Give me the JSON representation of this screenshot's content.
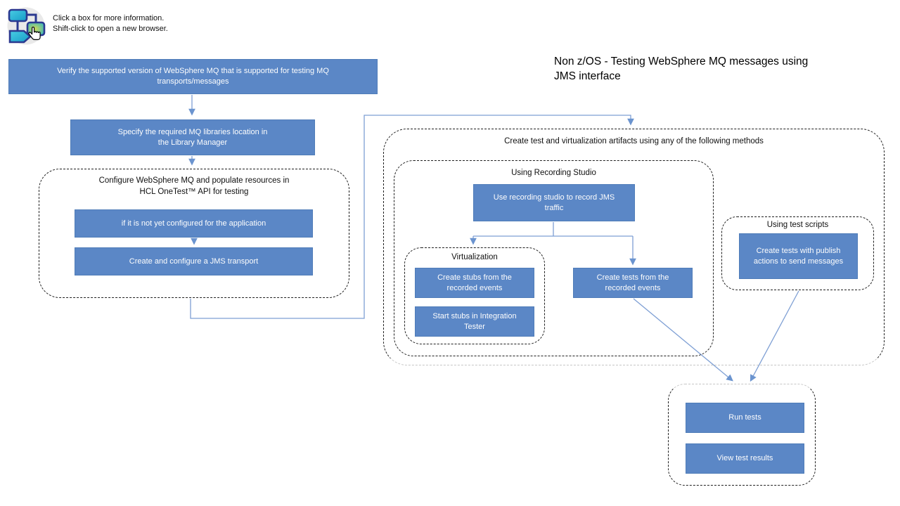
{
  "colors": {
    "node_fill": "#5b87c6",
    "node_border": "#4f7cb8",
    "connector_blue": "#7e9fd4",
    "container_dash": "#1f1f1f",
    "muted_dash": "#c6c6c6",
    "node_text": "#fdfdfd"
  },
  "header": {
    "instructions": "Click a box for more information.\nShift-click to open a new browser.",
    "title": "Non z/OS - Testing WebSphere MQ messages using\nJMS interface",
    "icon": "flowchart-click-icon"
  },
  "flow": {
    "verify": "Verify the supported version of WebSphere MQ that is supported for testing MQ\ntransports/messages",
    "specify": "Specify the required MQ libraries location in\nthe Library Manager",
    "configure_group": {
      "label": "Configure WebSphere MQ and populate resources in\nHCL OneTest™ API for testing",
      "not_configured": "if it is not yet configured for the application",
      "create_transport": "Create and configure a JMS transport"
    },
    "artifacts_group": {
      "label": "Create test and virtualization artifacts using any of the following methods",
      "recording_studio": {
        "label": "Using Recording Studio",
        "use_recording": "Use recording studio to record JMS\ntraffic",
        "virtualization": {
          "label": "Virtualization",
          "create_stubs": "Create stubs from the\nrecorded events",
          "start_stubs": "Start stubs in Integration\nTester"
        },
        "create_tests": "Create tests from the\nrecorded events"
      },
      "test_scripts": {
        "label": "Using test scripts",
        "create_tests_publish": "Create tests with publish\nactions to send messages"
      }
    },
    "run_group": {
      "run_tests": "Run tests",
      "view_results": "View test results"
    }
  }
}
